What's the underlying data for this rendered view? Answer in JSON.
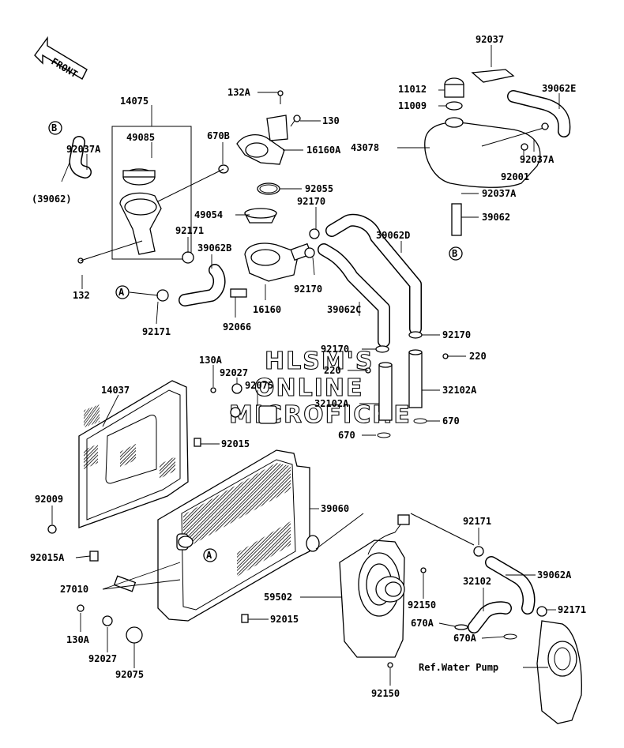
{
  "front_arrow": "FRONT",
  "watermark": [
    "HLSM'S",
    "ONLINE",
    "MICROFICHE"
  ],
  "callouts": {
    "A": "A",
    "B": "B"
  },
  "parts": {
    "p92037": "92037",
    "p11012": "11012",
    "p11009": "11009",
    "p39062E": "39062E",
    "p43078": "43078",
    "p92037A_tank": "92037A",
    "p92001": "92001",
    "p92037A_low": "92037A",
    "p39062_tank": "39062",
    "p132A": "132A",
    "p130": "130",
    "p16160A": "16160A",
    "p14075": "14075",
    "p49085": "49085",
    "p670B": "670B",
    "p92037A_left": "92037A",
    "p39062_paren": "(39062)",
    "p92055": "92055",
    "p49054": "49054",
    "p92170_top": "92170",
    "p92171_left": "92171",
    "p132": "132",
    "p39062B": "39062B",
    "p92170_mid": "92170",
    "p16160": "16160",
    "p92171_A": "92171",
    "p92066": "92066",
    "p39062D": "39062D",
    "p39062C": "39062C",
    "p92170_right": "92170",
    "p92170_low": "92170",
    "p220_a": "220",
    "p220_b": "220",
    "p32102A_left": "32102A",
    "p32102A_right": "32102A",
    "p670_right": "670",
    "p670_left": "670",
    "p130A_top": "130A",
    "p92027_top": "92027",
    "p92075_top": "92075",
    "p14037": "14037",
    "p92015_top": "92015",
    "p39060": "39060",
    "p92009": "92009",
    "p92015A": "92015A",
    "p27010": "27010",
    "p130A_low": "130A",
    "p92027_low": "92027",
    "p92075_low": "92075",
    "p92015_low": "92015",
    "p59502": "59502",
    "p92150_mid": "92150",
    "p92150_low": "92150",
    "p92171_right": "92171",
    "p39062A": "39062A",
    "p32102": "32102",
    "p92171_far": "92171",
    "p670A_a": "670A",
    "p670A_b": "670A",
    "ref_water_pump": "Ref.Water Pump"
  }
}
